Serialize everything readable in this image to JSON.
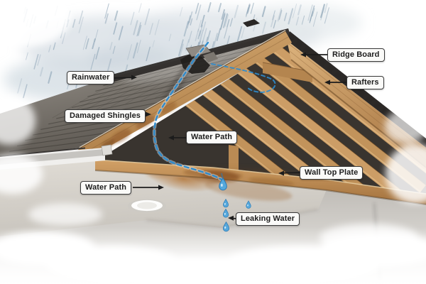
{
  "figure": {
    "type": "cutaway-diagram",
    "subject": "Roof leak water path cutaway illustration",
    "labels": {
      "rainwater": "Rainwater",
      "damaged_shingles": "Damaged Shingles",
      "ridge_board": "Ridge Board",
      "rafters": "Rafters",
      "water_path_attic": "Water Path",
      "wall_top_plate": "Wall Top Plate",
      "water_path_ceiling": "Water Path",
      "leaking_water": "Leaking Water"
    },
    "colors": {
      "water_path_blue": "#2f8ccd",
      "droplet_blue": "#55a8dc",
      "shingle_gray": "#6b6660",
      "wood": "#c6975f",
      "stain_brown": "#a06a2e",
      "label_bg": "#fafaf8",
      "label_border": "#3a3a3a",
      "label_text": "#1d1d1d"
    }
  }
}
